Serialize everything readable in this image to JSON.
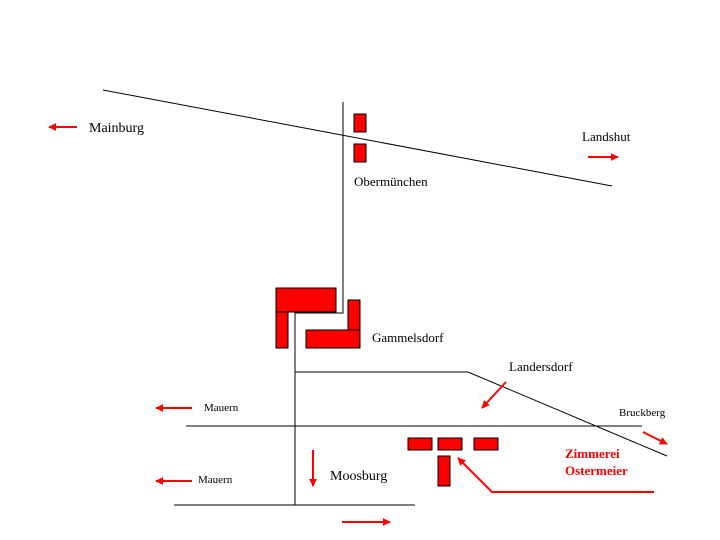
{
  "labels": {
    "mainburg": "Mainburg",
    "landshut": "Landshut",
    "obermuenchen": "Obermünchen",
    "gammelsdorf": "Gammelsdorf",
    "landersdorf": "Landersdorf",
    "mauern_top": "Mauern",
    "mauern_bottom": "Mauern",
    "bruckberg": "Bruckberg",
    "moosburg": "Moosburg",
    "zimmerei_line1": "Zimmerei",
    "zimmerei_line2": "Ostermeier"
  },
  "colors": {
    "road": "#000000",
    "building": "#ff0000",
    "arrow": "#ff0000",
    "highlight_text": "#ff0000",
    "background": "#ffffff"
  }
}
